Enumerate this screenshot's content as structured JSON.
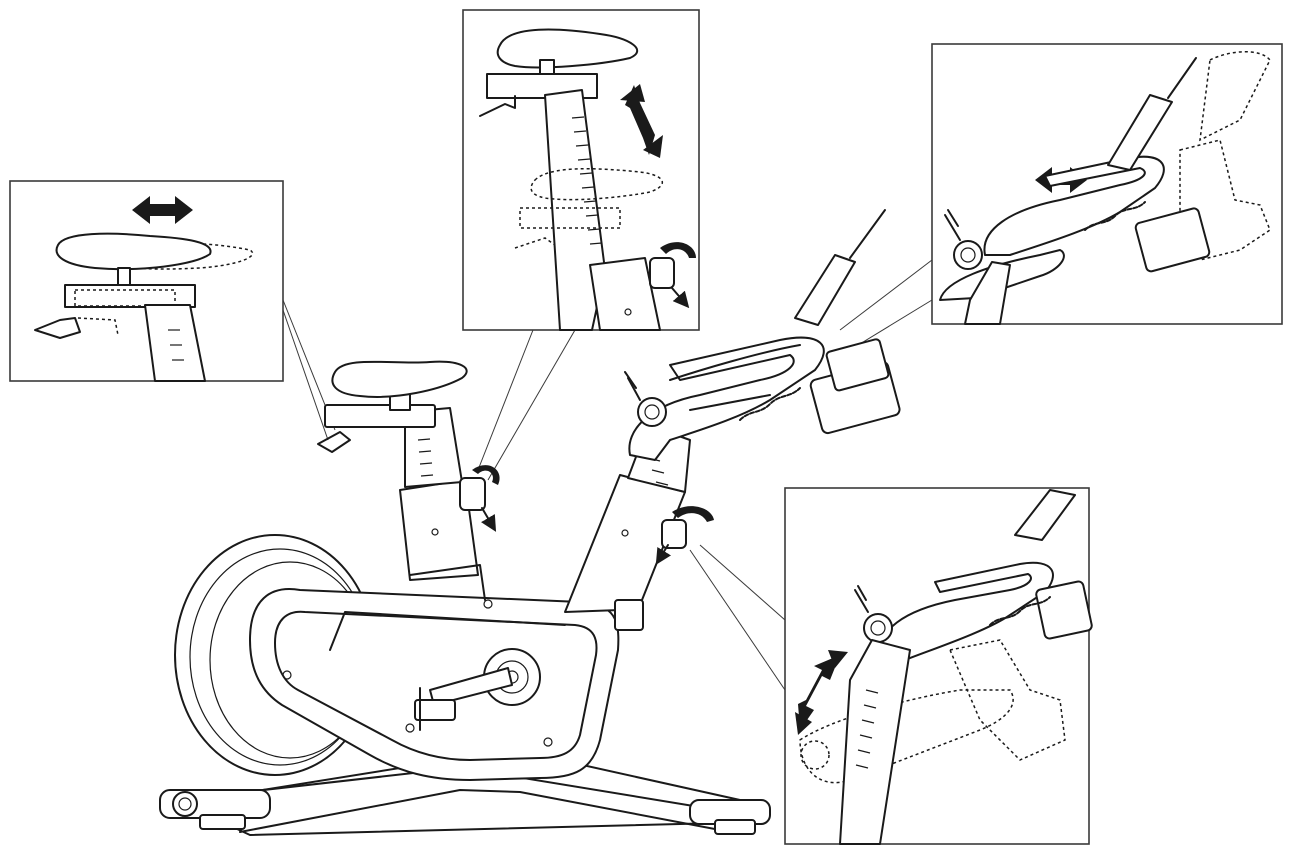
{
  "figure": {
    "stroke_color": "#1a1a1a",
    "background_color": "#ffffff",
    "callouts": [
      {
        "id": "seat-fore-aft",
        "arrow": "horizontal-double-arrow-icon"
      },
      {
        "id": "seat-height",
        "arrow": "vertical-double-arrow-icon"
      },
      {
        "id": "handlebar-fore-aft",
        "arrow": "horizontal-double-arrow-icon"
      },
      {
        "id": "handlebar-height",
        "arrow": "diagonal-double-arrow-icon"
      }
    ],
    "adjustment_knobs": [
      "seat-post-knob-icon",
      "handlebar-post-knob-icon"
    ]
  }
}
